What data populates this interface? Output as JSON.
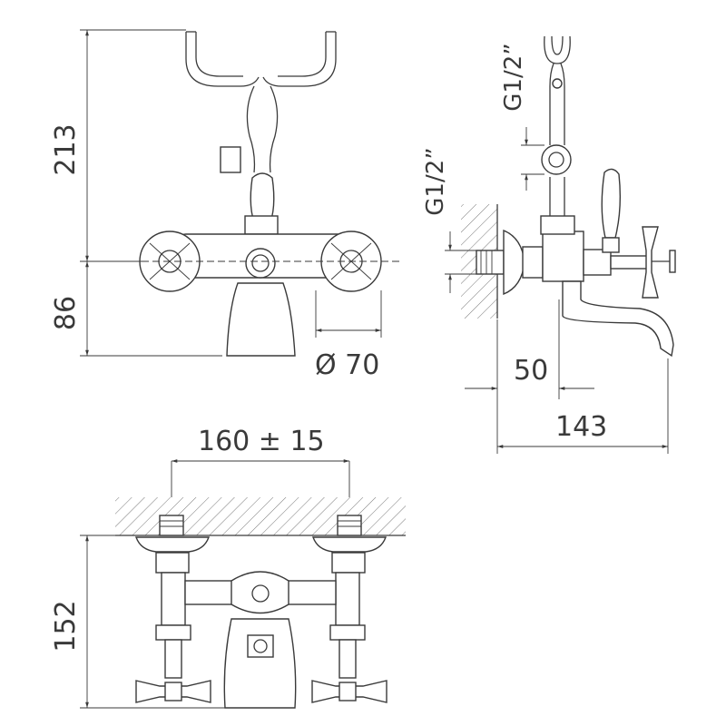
{
  "dimensions": {
    "front_height_upper": "213",
    "front_height_lower": "86",
    "handle_diameter": "Ø 70",
    "thread_wall": "G1/2”",
    "thread_shower": "G1/2”",
    "spout_offset": "50",
    "spout_reach": "143",
    "center_distance": "160 ± 15",
    "deck_height": "152"
  },
  "colors": {
    "line": "#3a3a3a",
    "background": "#ffffff"
  }
}
